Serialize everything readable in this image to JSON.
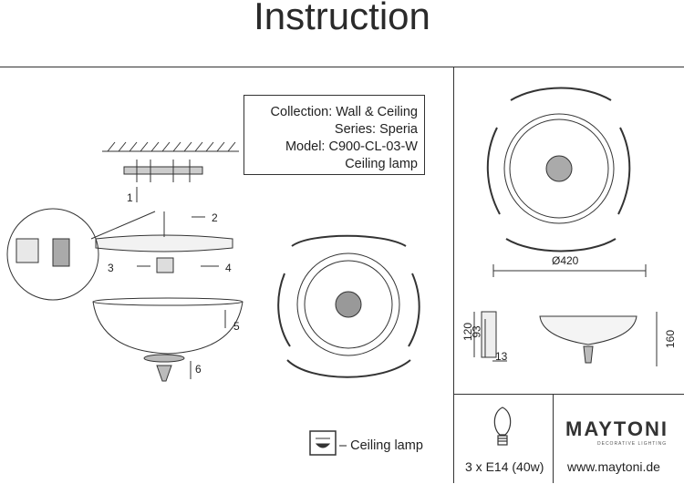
{
  "title": "Instruction",
  "info": {
    "collection": "Collection: Wall & Ceiling",
    "series": "Series: Speria",
    "model": "Model: C900-CL-03-W",
    "type": "Ceiling lamp"
  },
  "steps": [
    "1",
    "2",
    "3",
    "4",
    "5",
    "6"
  ],
  "legend": {
    "text": "– Ceiling lamp"
  },
  "dimensions": {
    "diameter": "Ø420",
    "h120": "120",
    "h93": "93",
    "d13": "13",
    "h160": "160"
  },
  "bulb": {
    "label": "3 x E14 (40w)"
  },
  "brand": {
    "name": "MAYTONI",
    "tagline": "DECORATIVE LIGHTING",
    "website": "www.maytoni.de"
  }
}
